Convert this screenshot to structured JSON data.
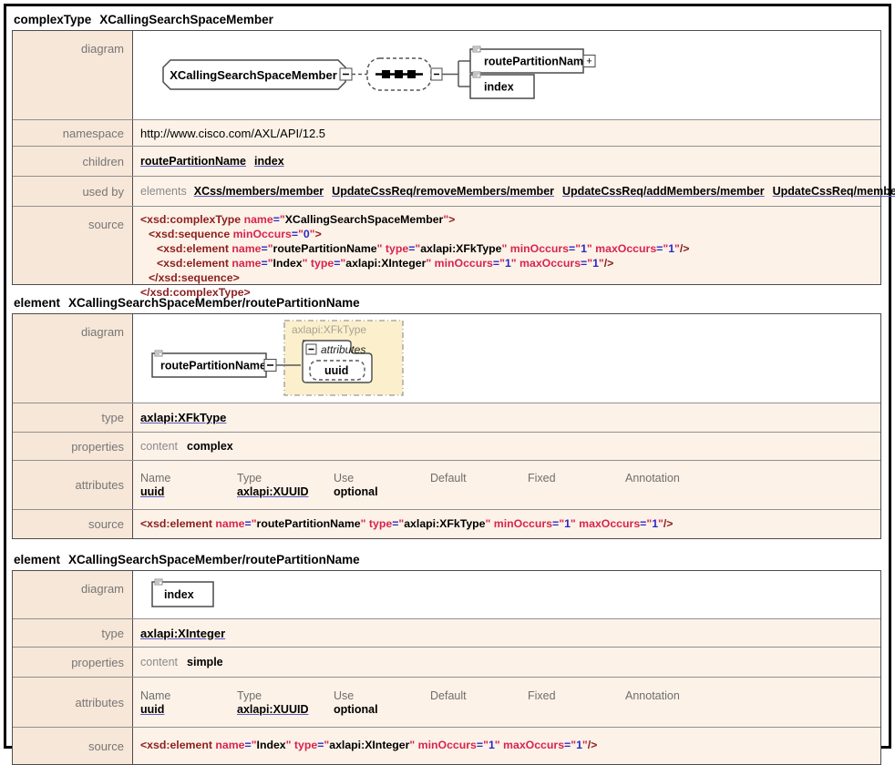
{
  "labels": {
    "diagram": "diagram",
    "namespace": "namespace",
    "children": "children",
    "used_by": "used by",
    "source": "source",
    "type": "type",
    "properties": "properties",
    "attributes": "attributes",
    "content": "content",
    "elements": "elements",
    "plus": "+"
  },
  "colors": {
    "label_bg": "#f7e7d8",
    "cell_bg": "#fdf2e8",
    "group_fill": "#fcf0cc",
    "code_tag": "#8c1f1f",
    "code_attr": "#d6254d",
    "code_blue": "#2929c8"
  },
  "s1": {
    "header": {
      "kind": "complexType",
      "name": "XCallingSearchSpaceMember"
    },
    "diagram": {
      "root": "XCallingSearchSpaceMember",
      "child1": "routePartitionName",
      "child2": "index"
    },
    "namespace": "http://www.cisco.com/AXL/API/12.5",
    "children_links": [
      "routePartitionName",
      "index"
    ],
    "used_by_links": [
      "XCss/members/member",
      "UpdateCssReq/removeMembers/member",
      "UpdateCssReq/addMembers/member",
      "UpdateCssReq/members/member"
    ],
    "source": [
      {
        "ind": 0,
        "tok": [
          [
            "tag",
            "<xsd:complexType"
          ],
          [
            "att",
            " name"
          ],
          [
            "eq",
            "="
          ],
          [
            "quo",
            "\""
          ],
          [
            "val",
            "XCallingSearchSpaceMember"
          ],
          [
            "quo",
            "\""
          ],
          [
            "tag",
            ">"
          ]
        ]
      },
      {
        "ind": 1,
        "tok": [
          [
            "tag",
            "<xsd:sequence"
          ],
          [
            "att",
            " minOccurs"
          ],
          [
            "eq",
            "="
          ],
          [
            "quo",
            "\""
          ],
          [
            "num",
            "0"
          ],
          [
            "quo",
            "\""
          ],
          [
            "tag",
            ">"
          ]
        ]
      },
      {
        "ind": 2,
        "tok": [
          [
            "tag",
            "<xsd:element"
          ],
          [
            "att",
            " name"
          ],
          [
            "eq",
            "="
          ],
          [
            "quo",
            "\""
          ],
          [
            "val",
            "routePartitionName"
          ],
          [
            "quo",
            "\""
          ],
          [
            "att",
            " type"
          ],
          [
            "eq",
            "="
          ],
          [
            "quo",
            "\""
          ],
          [
            "val",
            "axlapi:XFkType"
          ],
          [
            "quo",
            "\""
          ],
          [
            "att",
            " minOccurs"
          ],
          [
            "eq",
            "="
          ],
          [
            "quo",
            "\""
          ],
          [
            "num",
            "1"
          ],
          [
            "quo",
            "\""
          ],
          [
            "att",
            " maxOccurs"
          ],
          [
            "eq",
            "="
          ],
          [
            "quo",
            "\""
          ],
          [
            "num",
            "1"
          ],
          [
            "quo",
            "\""
          ],
          [
            "tag",
            "/>"
          ]
        ]
      },
      {
        "ind": 2,
        "tok": [
          [
            "tag",
            "<xsd:element"
          ],
          [
            "att",
            " name"
          ],
          [
            "eq",
            "="
          ],
          [
            "quo",
            "\""
          ],
          [
            "val",
            "Index"
          ],
          [
            "quo",
            "\""
          ],
          [
            "att",
            " type"
          ],
          [
            "eq",
            "="
          ],
          [
            "quo",
            "\""
          ],
          [
            "val",
            "axlapi:XInteger"
          ],
          [
            "quo",
            "\""
          ],
          [
            "att",
            " minOccurs"
          ],
          [
            "eq",
            "="
          ],
          [
            "quo",
            "\""
          ],
          [
            "num",
            "1"
          ],
          [
            "quo",
            "\""
          ],
          [
            "att",
            " maxOccurs"
          ],
          [
            "eq",
            "="
          ],
          [
            "quo",
            "\""
          ],
          [
            "num",
            "1"
          ],
          [
            "quo",
            "\""
          ],
          [
            "tag",
            "/>"
          ]
        ]
      },
      {
        "ind": 1,
        "tok": [
          [
            "tag",
            "</xsd:sequence>"
          ]
        ]
      },
      {
        "ind": 0,
        "tok": [
          [
            "tag",
            "</xsd:complexType>"
          ]
        ]
      }
    ]
  },
  "s2": {
    "header": {
      "kind": "element",
      "name": "XCallingSearchSpaceMember/routePartitionName"
    },
    "diagram": {
      "element": "routePartitionName",
      "group": "axlapi:XFkType",
      "attributes_label": "attributes",
      "attr": "uuid"
    },
    "type_link": "axlapi:XFkType",
    "properties": {
      "content": "complex"
    },
    "attributes": {
      "headers": [
        "Name",
        "Type",
        "Use",
        "Default",
        "Fixed",
        "Annotation"
      ],
      "row": {
        "name": "uuid",
        "type": "axlapi:XUUID",
        "use": "optional",
        "default": "",
        "fixed": "",
        "annotation": ""
      }
    },
    "source": [
      {
        "ind": 0,
        "tok": [
          [
            "tag",
            "<xsd:element"
          ],
          [
            "att",
            " name"
          ],
          [
            "eq",
            "="
          ],
          [
            "quo",
            "\""
          ],
          [
            "val",
            "routePartitionName"
          ],
          [
            "quo",
            "\""
          ],
          [
            "att",
            " type"
          ],
          [
            "eq",
            "="
          ],
          [
            "quo",
            "\""
          ],
          [
            "val",
            "axlapi:XFkType"
          ],
          [
            "quo",
            "\""
          ],
          [
            "att",
            " minOccurs"
          ],
          [
            "eq",
            "="
          ],
          [
            "quo",
            "\""
          ],
          [
            "num",
            "1"
          ],
          [
            "quo",
            "\""
          ],
          [
            "att",
            " maxOccurs"
          ],
          [
            "eq",
            "="
          ],
          [
            "quo",
            "\""
          ],
          [
            "num",
            "1"
          ],
          [
            "quo",
            "\""
          ],
          [
            "tag",
            "/>"
          ]
        ]
      }
    ]
  },
  "s3": {
    "header": {
      "kind": "element",
      "name": "XCallingSearchSpaceMember/routePartitionName"
    },
    "diagram": {
      "element": "index"
    },
    "type_link": "axlapi:XInteger",
    "properties": {
      "content": "simple"
    },
    "attributes": {
      "headers": [
        "Name",
        "Type",
        "Use",
        "Default",
        "Fixed",
        "Annotation"
      ],
      "row": {
        "name": "uuid",
        "type": "axlapi:XUUID",
        "use": "optional",
        "default": "",
        "fixed": "",
        "annotation": ""
      }
    },
    "source": [
      {
        "ind": 0,
        "tok": [
          [
            "tag",
            "<xsd:element"
          ],
          [
            "att",
            " name"
          ],
          [
            "eq",
            "="
          ],
          [
            "quo",
            "\""
          ],
          [
            "val",
            "Index"
          ],
          [
            "quo",
            "\""
          ],
          [
            "att",
            " type"
          ],
          [
            "eq",
            "="
          ],
          [
            "quo",
            "\""
          ],
          [
            "val",
            "axlapi:XInteger"
          ],
          [
            "quo",
            "\""
          ],
          [
            "att",
            " minOccurs"
          ],
          [
            "eq",
            "="
          ],
          [
            "quo",
            "\""
          ],
          [
            "num",
            "1"
          ],
          [
            "quo",
            "\""
          ],
          [
            "att",
            " maxOccurs"
          ],
          [
            "eq",
            "="
          ],
          [
            "quo",
            "\""
          ],
          [
            "num",
            "1"
          ],
          [
            "quo",
            "\""
          ],
          [
            "tag",
            "/>"
          ]
        ]
      }
    ]
  }
}
